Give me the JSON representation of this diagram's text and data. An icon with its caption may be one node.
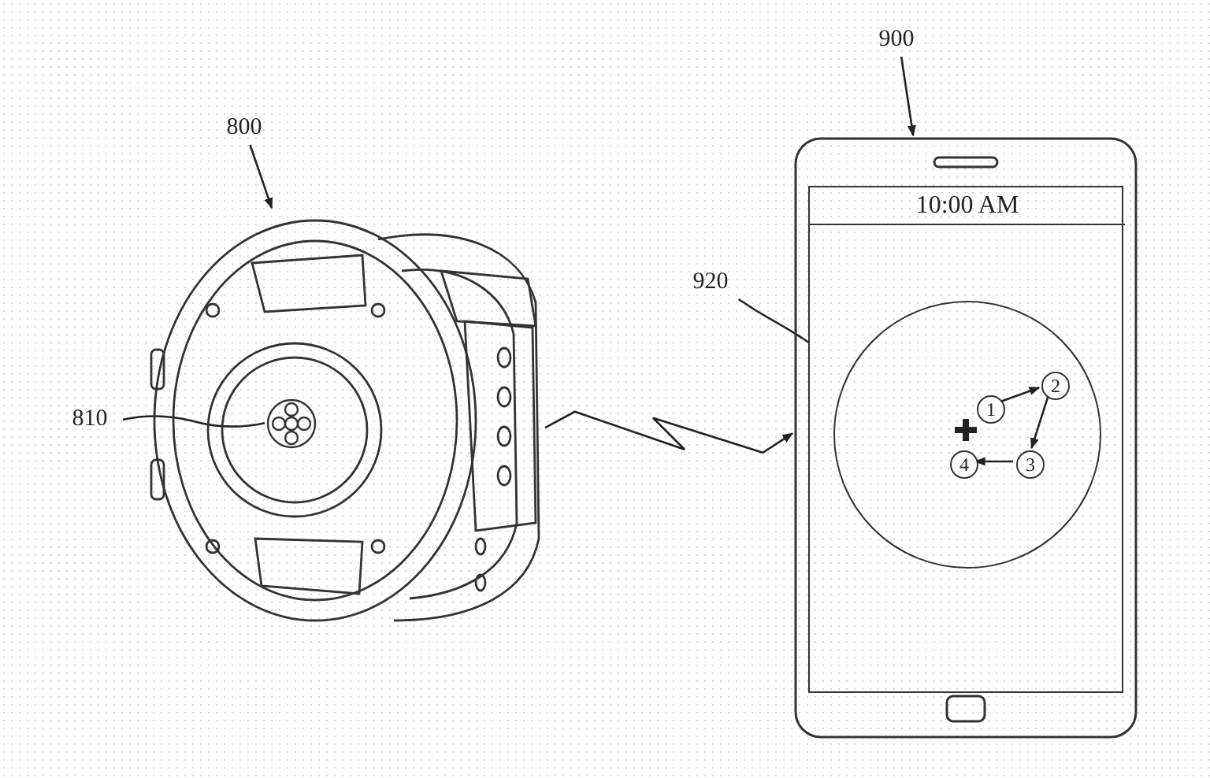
{
  "diagram": {
    "nodes": [
      {
        "text": [
          "800"
        ]
      },
      {
        "text": [],
        "shape": "picture"
      },
      {
        "text": [
          "810"
        ]
      },
      {
        "text": [],
        "shape": "picture",
        "in": 1
      },
      {
        "text": [
          "900"
        ]
      },
      {
        "text": [],
        "shape": "picture"
      },
      {
        "text": [
          "920"
        ]
      },
      {
        "text": [],
        "shape": "box",
        "in": 5
      },
      {
        "text": [
          "10:00 AM"
        ],
        "in": 7
      },
      {
        "text": [],
        "shape": "circle",
        "in": 7
      },
      {
        "text": [
          "1"
        ],
        "in": 9
      },
      {
        "text": [
          "2"
        ],
        "in": 9
      },
      {
        "text": [
          "3"
        ],
        "in": 9
      },
      {
        "text": [
          "4"
        ],
        "in": 9
      }
    ],
    "edges": [
      {
        "from": 0,
        "to": 1,
        "arrow": "to"
      },
      {
        "from": 2,
        "to": 3,
        "arrow": "none"
      },
      {
        "from": 4,
        "to": 5,
        "arrow": "to"
      },
      {
        "from": 6,
        "to": 7,
        "arrow": "none"
      },
      {
        "from": 1,
        "to": 5,
        "arrow": "to"
      },
      {
        "from": 10,
        "to": 11,
        "arrow": "to"
      },
      {
        "from": 11,
        "to": 12,
        "arrow": "to"
      },
      {
        "from": 12,
        "to": 13,
        "arrow": "to"
      }
    ]
  }
}
